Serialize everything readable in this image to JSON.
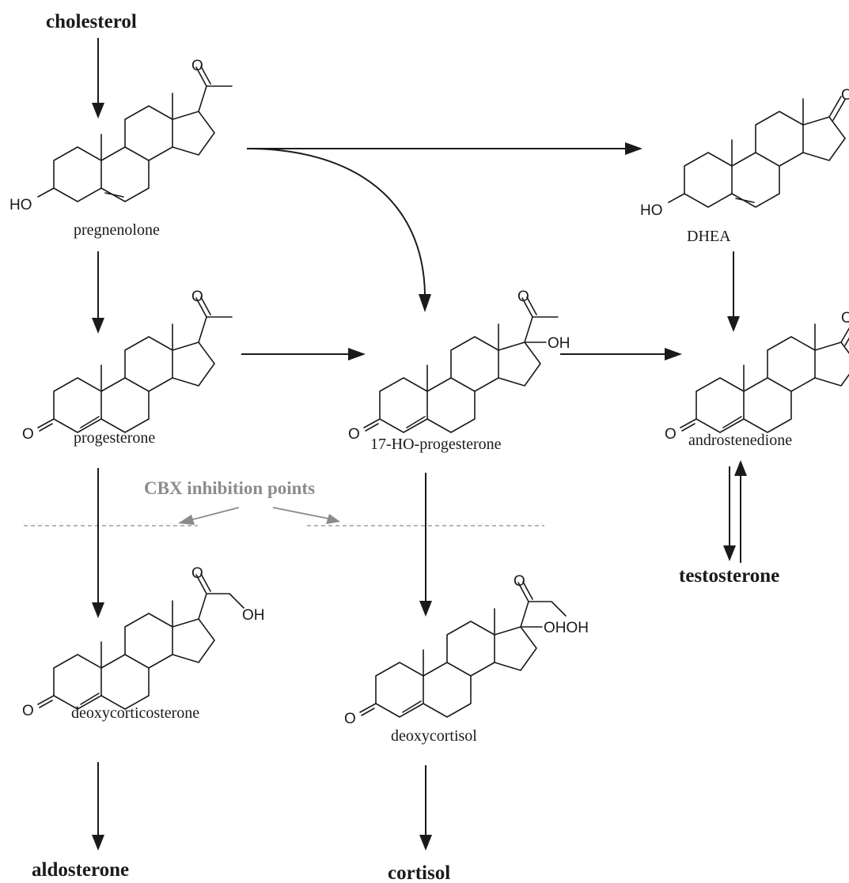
{
  "labels": {
    "cholesterol": "cholesterol",
    "pregnenolone": "pregnenolone",
    "progesterone": "progesterone",
    "hydroxyprogesterone": "17-HO-progesterone",
    "dhea": "DHEA",
    "androstenedione": "androstenedione",
    "testosterone": "testosterone",
    "deoxycorticosterone": "deoxycorticosterone",
    "deoxycortisol": "deoxycortisol",
    "aldosterone": "aldosterone",
    "cortisol": "cortisol",
    "cbx": "CBX inhibition points"
  },
  "atoms": {
    "ho": "HO",
    "o": "O",
    "oh": "OH",
    "ohoh": "OHOH"
  },
  "colors": {
    "ink": "#1a1a1a",
    "annotation": "#8c8c8c"
  }
}
